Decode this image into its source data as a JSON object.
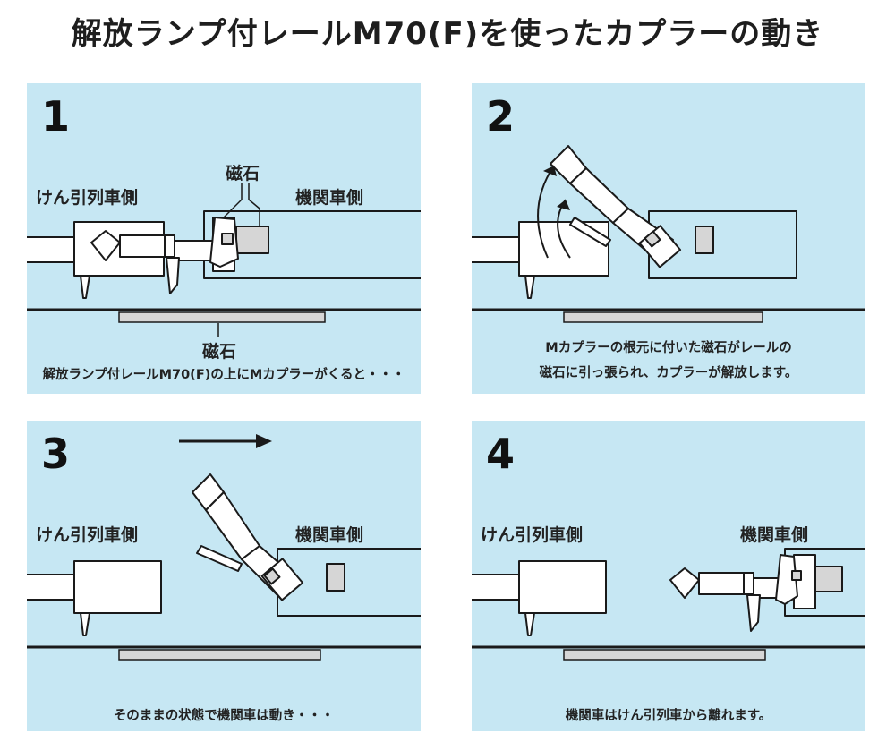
{
  "title": "解放ランプ付レールM70(F)を使ったカプラーの動き",
  "panels": [
    {
      "number": "1",
      "label_left": "けん引列車側",
      "label_right": "機関車側",
      "label_magnet_top": "磁石",
      "label_magnet_bottom": "磁石",
      "caption": "解放ランプ付レールM70(F)の上にMカプラーがくると・・・"
    },
    {
      "number": "2",
      "caption_line1": "Mカプラーの根元に付いた磁石がレールの",
      "caption_line2": "磁石に引っ張られ、カプラーが解放します。"
    },
    {
      "number": "3",
      "label_left": "けん引列車側",
      "label_right": "機関車側",
      "caption": "そのままの状態で機関車は動き・・・"
    },
    {
      "number": "4",
      "label_left": "けん引列車側",
      "label_right": "機関車側",
      "caption": "機関車はけん引列車から離れます。"
    }
  ],
  "colors": {
    "panel_bg": "#c6e7f3",
    "part_fill": "#ffffff",
    "magnet_fill": "#d6d6d6",
    "line": "#1a1a1a"
  }
}
